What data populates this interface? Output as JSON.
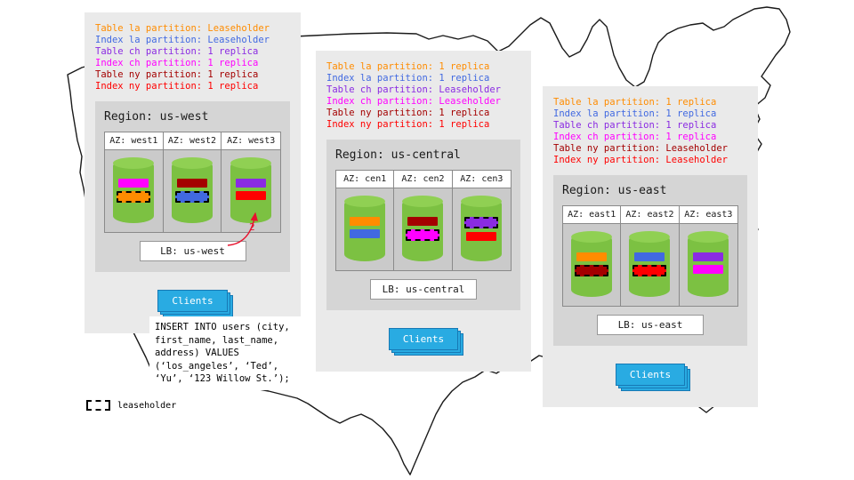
{
  "colors": {
    "cylinder_green": "#7CC142",
    "clients_blue": "#29ABE2",
    "arrow_red": "#E8112D",
    "table_la": "#FF8C00",
    "index_la": "#4169E1",
    "table_ch": "#8A2BE2",
    "index_ch": "#FF00FF",
    "table_ny": "#A40000",
    "index_ny": "#FF0000"
  },
  "regions": [
    {
      "name": "us-west",
      "title": "Region: us-west",
      "lb_label": "LB: us-west",
      "clients_label": "Clients",
      "legend": [
        {
          "text": "Table la partition: Leaseholder",
          "color": "#FF8C00"
        },
        {
          "text": "Index la partition: Leaseholder",
          "color": "#4169E1"
        },
        {
          "text": "Table ch partition: 1 replica",
          "color": "#8A2BE2"
        },
        {
          "text": "Index ch partition: 1 replica",
          "color": "#FF00FF"
        },
        {
          "text": "Table ny partition: 1 replica",
          "color": "#A40000"
        },
        {
          "text": "Index ny partition: 1 replica",
          "color": "#FF0000"
        }
      ],
      "azs": [
        {
          "label": "AZ: west1",
          "bars": [
            {
              "color": "#FF00FF",
              "leaseholder": false
            },
            {
              "color": "#FF8C00",
              "leaseholder": true
            }
          ]
        },
        {
          "label": "AZ: west2",
          "bars": [
            {
              "color": "#A40000",
              "leaseholder": false
            },
            {
              "color": "#4169E1",
              "leaseholder": true
            }
          ]
        },
        {
          "label": "AZ: west3",
          "bars": [
            {
              "color": "#8A2BE2",
              "leaseholder": false
            },
            {
              "color": "#FF0000",
              "leaseholder": false
            }
          ]
        }
      ]
    },
    {
      "name": "us-central",
      "title": "Region: us-central",
      "lb_label": "LB: us-central",
      "clients_label": "Clients",
      "legend": [
        {
          "text": "Table la partition: 1 replica",
          "color": "#FF8C00"
        },
        {
          "text": "Index la partition: 1 replica",
          "color": "#4169E1"
        },
        {
          "text": "Table ch partition: Leaseholder",
          "color": "#8A2BE2"
        },
        {
          "text": "Index ch partition: Leaseholder",
          "color": "#FF00FF"
        },
        {
          "text": "Table ny partition: 1 replica",
          "color": "#A40000"
        },
        {
          "text": "Index ny partition: 1 replica",
          "color": "#FF0000"
        }
      ],
      "azs": [
        {
          "label": "AZ: cen1",
          "bars": [
            {
              "color": "#FF8C00",
              "leaseholder": false
            },
            {
              "color": "#4169E1",
              "leaseholder": false
            }
          ]
        },
        {
          "label": "AZ: cen2",
          "bars": [
            {
              "color": "#A40000",
              "leaseholder": false
            },
            {
              "color": "#FF00FF",
              "leaseholder": true
            }
          ]
        },
        {
          "label": "AZ: cen3",
          "bars": [
            {
              "color": "#8A2BE2",
              "leaseholder": true
            },
            {
              "color": "#FF0000",
              "leaseholder": false
            }
          ]
        }
      ]
    },
    {
      "name": "us-east",
      "title": "Region: us-east",
      "lb_label": "LB: us-east",
      "clients_label": "Clients",
      "legend": [
        {
          "text": "Table la partition: 1 replica",
          "color": "#FF8C00"
        },
        {
          "text": "Index la partition: 1 replica",
          "color": "#4169E1"
        },
        {
          "text": "Table ch partition: 1 replica",
          "color": "#8A2BE2"
        },
        {
          "text": "Index ch partition: 1 replica",
          "color": "#FF00FF"
        },
        {
          "text": "Table ny partition: Leaseholder",
          "color": "#A40000"
        },
        {
          "text": "Index ny partition: Leaseholder",
          "color": "#FF0000"
        }
      ],
      "azs": [
        {
          "label": "AZ: east1",
          "bars": [
            {
              "color": "#FF8C00",
              "leaseholder": false
            },
            {
              "color": "#A40000",
              "leaseholder": true
            }
          ]
        },
        {
          "label": "AZ: east2",
          "bars": [
            {
              "color": "#4169E1",
              "leaseholder": false
            },
            {
              "color": "#FF0000",
              "leaseholder": true
            }
          ]
        },
        {
          "label": "AZ: east3",
          "bars": [
            {
              "color": "#8A2BE2",
              "leaseholder": false
            },
            {
              "color": "#FF00FF",
              "leaseholder": false
            }
          ]
        }
      ]
    }
  ],
  "annotations": {
    "arrow_label": "2",
    "sql_statement": "INSERT INTO users (city,\nfirst_name, last_name,\naddress) VALUES\n(‘los_angeles’, ‘Ted’,\n‘Yu’, ‘123 Willow St.’);",
    "leaseholder_key_label": "leaseholder"
  }
}
